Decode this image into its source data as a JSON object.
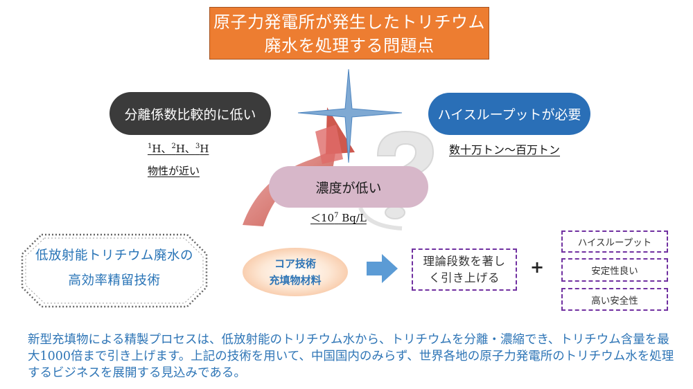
{
  "title": "原子力発電所が発生したトリチウム廃水を処理する問題点",
  "problems": {
    "separation": {
      "label": "分離係数比較的に低い",
      "isotopes": [
        "1",
        "H、",
        "2",
        "H、",
        "3",
        "H"
      ],
      "note": "物性が近い"
    },
    "throughput": {
      "label": "ハイスループットが必要",
      "note": "数十万トン〜百万トン"
    },
    "concentration": {
      "label": "濃度が低い",
      "limit_prefix": "＜10",
      "limit_exp": "7",
      "limit_unit": " Bq/L"
    }
  },
  "solution": {
    "name": "低放射能トリチウム廃水の高効率精留技術",
    "core_line1": "コア技術",
    "core_line2": "充填物材料",
    "result": "理論段数を著しく引き上げる",
    "plus": "+",
    "benefits": [
      "ハイスループット",
      "安定性良い",
      "高い安全性"
    ]
  },
  "summary": "新型充填物による精製プロセスは、低放射能のトリチウム水から、トリチウムを分離・濃縮でき、トリチウム含量を最大1000倍まで引き上げます。上記の技術を用いて、中国国内のみらず、世界各地の原子力発電所のトリチウム水を処理するビジネスを展開する見込みである。",
  "colors": {
    "title_bg": "#ed7d31",
    "pill_dark": "#3b3b3b",
    "pill_blue": "#2a6fb7",
    "pill_pink": "#d7b7c9",
    "accent_text": "#2e75b6",
    "dash_border": "#7030a0"
  },
  "icons": [
    "cross-star-icon",
    "curved-arrow-icon",
    "question-mark-icon",
    "right-arrow-icon"
  ]
}
